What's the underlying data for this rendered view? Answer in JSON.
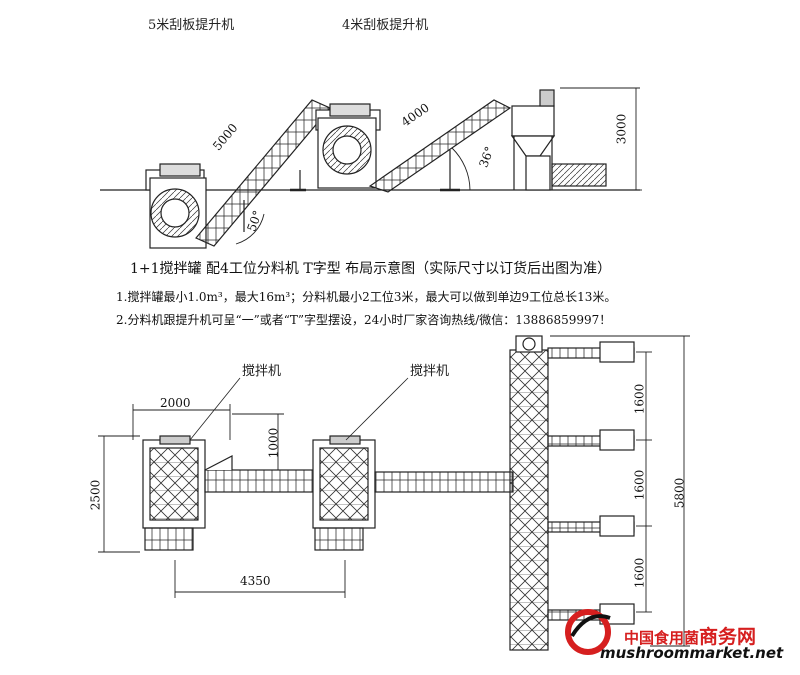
{
  "side_view": {
    "label_5m": "5米刮板提升机",
    "label_4m": "4米刮板提升机",
    "dim_5000": "5000",
    "dim_4000": "4000",
    "dim_3000": "3000",
    "angle_50": "50°",
    "angle_36": "36°"
  },
  "caption": {
    "title": "1+1搅拌罐 配4工位分料机 T字型 布局示意图（实际尺寸以订货后出图为准）",
    "note1": "1.搅拌罐最小1.0m³，最大16m³；分料机最小2工位3米，最大可以做到单边9工位总长13米。",
    "note2": "2.分料机跟提升机可呈“一”或者“T”字型摆设，24小时厂家咨询热线/微信：13886859997！"
  },
  "plan_view": {
    "mixer_label_left": "搅拌机",
    "mixer_label_right": "搅拌机",
    "dim_2000": "2000",
    "dim_1000": "1000",
    "dim_2500": "2500",
    "dim_4350": "4350",
    "dim_1600_a": "1600",
    "dim_1600_b": "1600",
    "dim_1600_c": "1600",
    "dim_5800": "5800"
  },
  "watermark": {
    "cn_text": "中国食用菌",
    "cn_strong": "商务网",
    "en_text": "mushroommarket.net"
  },
  "colors": {
    "line": "#222222",
    "watermark_red": "#d61f1f"
  }
}
